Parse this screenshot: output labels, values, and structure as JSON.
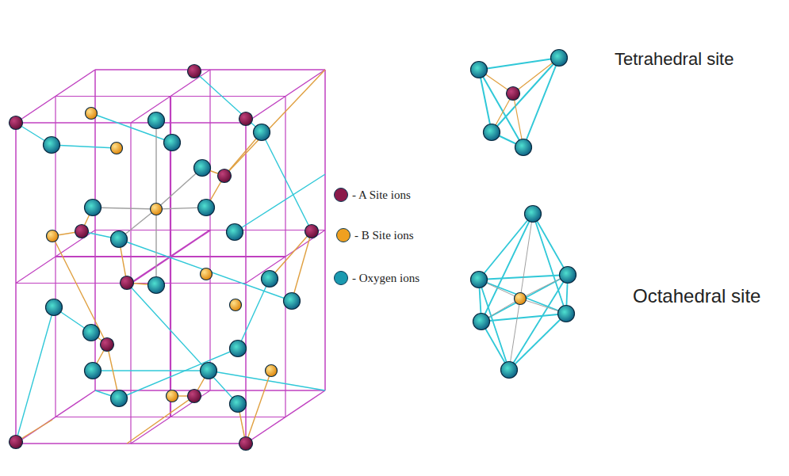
{
  "diagram": {
    "labels": [
      "Tetrahedral site",
      "Octahedral site"
    ],
    "legend": [
      {
        "text": "- A Site ions",
        "color": "#8b1a4a"
      },
      {
        "text": "- B Site ions",
        "color": "#f0a020"
      },
      {
        "text": "- Oxygen ions",
        "color": "#1a9ab0"
      }
    ]
  }
}
